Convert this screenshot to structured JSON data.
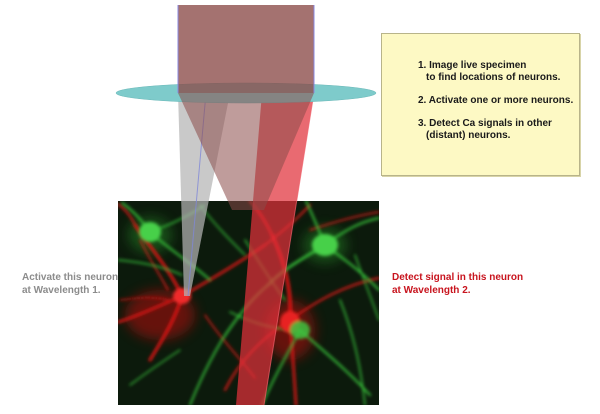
{
  "steps": [
    {
      "line1": "1. Image live specimen",
      "line2": "to find locations of neurons."
    },
    {
      "line1": "2. Activate one or more neurons."
    },
    {
      "line1": "3. Detect Ca signals in other",
      "line2": "(distant) neurons."
    }
  ],
  "left_label": {
    "line1": "Activate this neuron",
    "line2": "at Wavelength 1."
  },
  "right_label": {
    "line1": "Detect signal in this neuron",
    "line2": "at Wavelength 2."
  },
  "colors": {
    "activation_beam": "#b4b4b4",
    "detection_beam": "#e0303a",
    "imaging_beam": "#8a4a48",
    "lens": "#7ecbcb",
    "neuron_red": "#e01818",
    "neuron_green": "#38c43a",
    "specimen_background": "#0c1a0c",
    "steps_box_fill": "#fdf9c4",
    "left_label_text": "#8c8c8c",
    "right_label_text": "#c8141e"
  }
}
